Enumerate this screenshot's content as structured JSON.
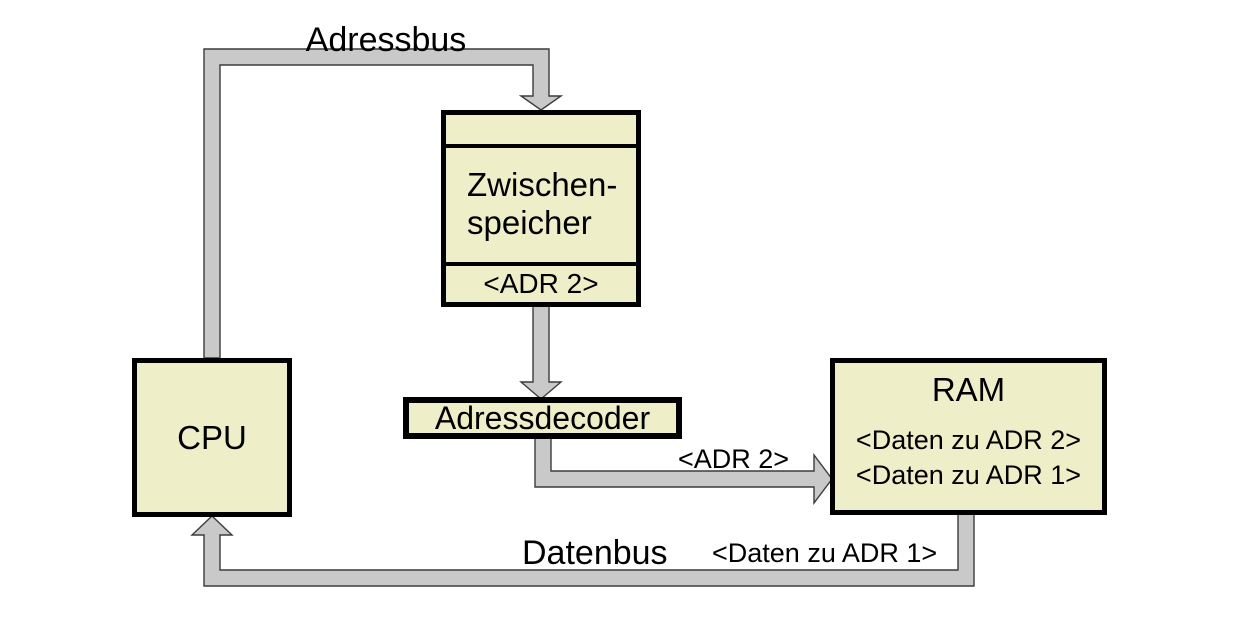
{
  "diagram": {
    "bus_labels": {
      "adressbus": "Adressbus",
      "datenbus": "Datenbus",
      "adr2": "<ADR 2>",
      "daten_zu_adr1": "<Daten zu ADR 1>"
    },
    "boxes": {
      "cpu": {
        "label": "CPU"
      },
      "zwischenspeicher": {
        "line1": "Zwischen-",
        "line2": "speicher",
        "slot": "<ADR 2>"
      },
      "adressdecoder": {
        "label": "Adressdecoder"
      },
      "ram": {
        "label": "RAM",
        "row1": "<Daten zu ADR 2>",
        "row2": "<Daten zu ADR 1>"
      }
    },
    "colors": {
      "box_fill": "#eeeec9",
      "box_border": "#000000",
      "bus_fill": "#c9c9c9",
      "bus_outline": "#3c3c3c",
      "background": "#ffffff",
      "text": "#000000"
    }
  }
}
